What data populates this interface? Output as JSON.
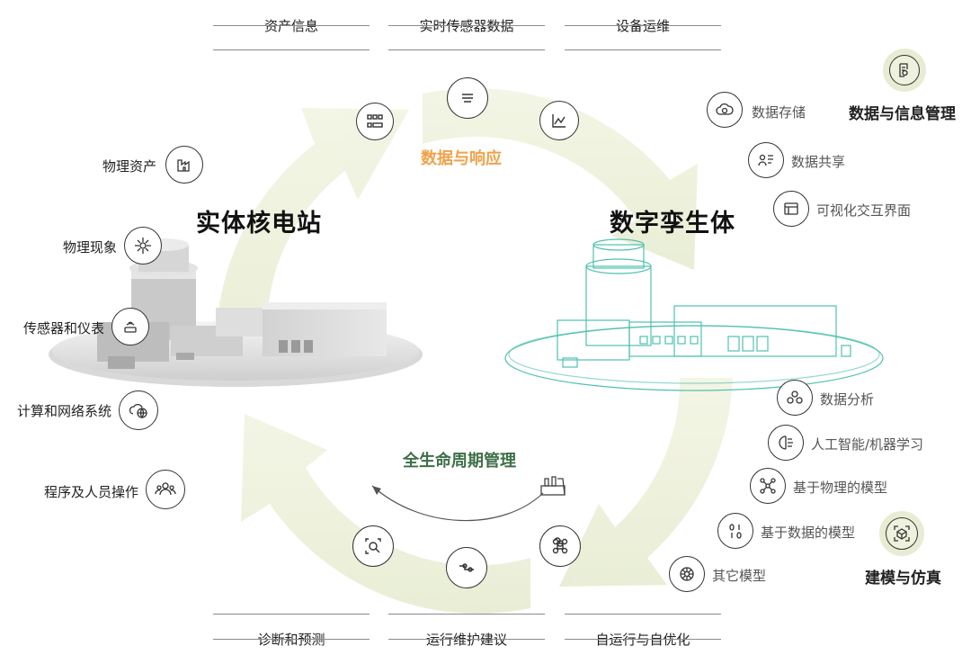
{
  "top_tabs": [
    "资产信息",
    "实时传感器数据",
    "设备运维"
  ],
  "bottom_tabs": [
    "诊断和预测",
    "运行维护建议",
    "自运行与自优化"
  ],
  "cycle": {
    "top_label": "数据与响应",
    "top_color": "#f0a24a",
    "bottom_label": "全生命周期管理",
    "bottom_color": "#3d6f47"
  },
  "physical": {
    "title": "实体核电站",
    "items": [
      "物理资产",
      "物理现象",
      "传感器和仪表",
      "计算和网络系统",
      "程序及人员操作"
    ]
  },
  "digital": {
    "title": "数字孪生体",
    "data_group": {
      "heading": "数据与信息管理",
      "items": [
        "数据存储",
        "数据共享",
        "可视化交互界面"
      ]
    },
    "model_group": {
      "heading": "建模与仿真",
      "items": [
        "数据分析",
        "人工智能/机器学习",
        "基于物理的模型",
        "基于数据的模型",
        "其它模型"
      ]
    }
  },
  "colors": {
    "arrow_fill": "#eef1dd",
    "digital_line": "#4fc0b0",
    "heading_badge": "#e7ecd2"
  }
}
